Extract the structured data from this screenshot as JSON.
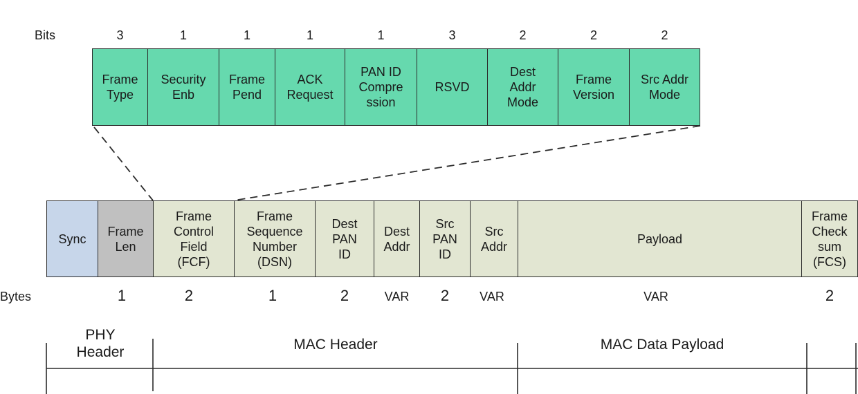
{
  "bits_label": "Bits",
  "bytes_label": "Bytes",
  "fcf_fields": [
    {
      "label": "Frame\nType",
      "bits": "3"
    },
    {
      "label": "Security\nEnb",
      "bits": "1"
    },
    {
      "label": "Frame\nPend",
      "bits": "1"
    },
    {
      "label": "ACK\nRequest",
      "bits": "1"
    },
    {
      "label": "PAN ID\nCompre\nssion",
      "bits": "1"
    },
    {
      "label": "RSVD",
      "bits": "3"
    },
    {
      "label": "Dest\nAddr\nMode",
      "bits": "2"
    },
    {
      "label": "Frame\nVersion",
      "bits": "2"
    },
    {
      "label": "Src Addr\nMode",
      "bits": "2"
    }
  ],
  "frame_fields": [
    {
      "label": "Sync",
      "bytes": ""
    },
    {
      "label": "Frame\nLen",
      "bytes": "1"
    },
    {
      "label": "Frame\nControl\nField\n(FCF)",
      "bytes": "2"
    },
    {
      "label": "Frame\nSequence\nNumber\n(DSN)",
      "bytes": "1"
    },
    {
      "label": "Dest\nPAN\nID",
      "bytes": "2"
    },
    {
      "label": "Dest\nAddr",
      "bytes": "VAR"
    },
    {
      "label": "Src\nPAN\nID",
      "bytes": "2"
    },
    {
      "label": "Src\nAddr",
      "bytes": "VAR"
    },
    {
      "label": "Payload",
      "bytes": "VAR"
    },
    {
      "label": "Frame\nCheck\nsum\n(FCS)",
      "bytes": "2"
    }
  ],
  "regions": {
    "phy_header": "PHY\nHeader",
    "mac_header": "MAC Header",
    "mac_data_payload": "MAC Data Payload"
  },
  "colors": {
    "fcf_fill": "#66d9ae",
    "sync_fill": "#c7d6ea",
    "len_fill": "#c0c0c0",
    "mac_fill": "#e2e6d2",
    "stroke": "#2b2b2b"
  }
}
